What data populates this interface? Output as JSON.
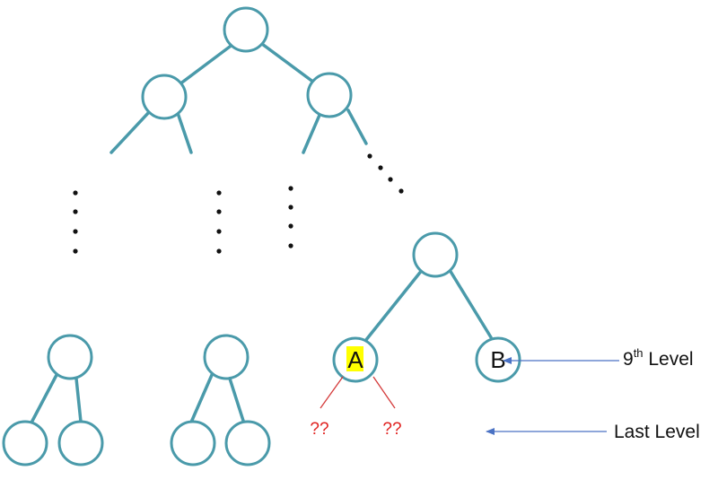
{
  "nodes": {
    "a_label": "A",
    "b_label": "B",
    "child_left": "??",
    "child_right": "??"
  },
  "labels": {
    "ninth_number": "9",
    "ninth_suffix": "th",
    "ninth_word": " Level",
    "last_level": "Last Level"
  },
  "colors": {
    "node_stroke": "#4a9aaa",
    "highlight": "#ffff00",
    "unknown_text": "#e0201e",
    "arrow": "#4a72c4"
  }
}
